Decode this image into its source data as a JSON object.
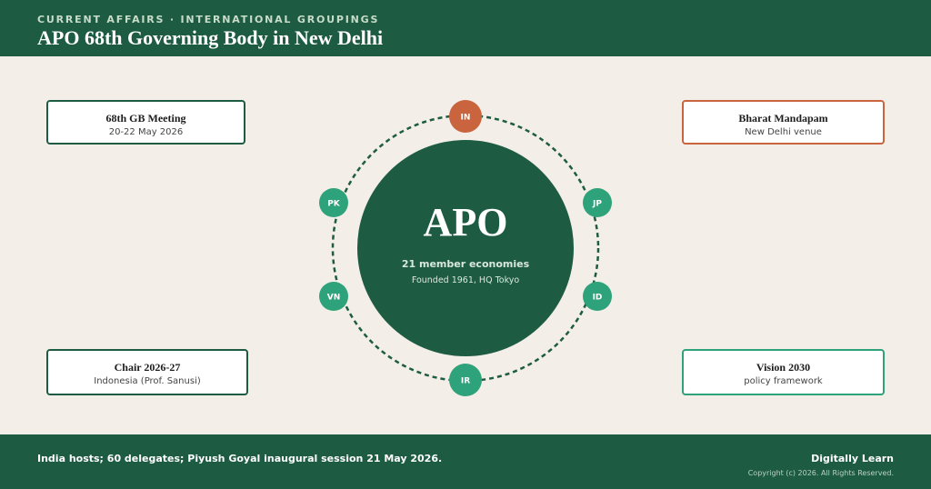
{
  "header": {
    "kicker": "CURRENT AFFAIRS · INTERNATIONAL GROUPINGS",
    "title": "APO 68th Governing Body in New Delhi"
  },
  "cards": {
    "top_left": {
      "title": "68th GB Meeting",
      "subtitle": "20-22 May 2026"
    },
    "top_right": {
      "title": "Bharat Mandapam",
      "subtitle": "New Delhi venue"
    },
    "bottom_left": {
      "title": "Chair 2026-27",
      "subtitle": "Indonesia (Prof. Sanusi)"
    },
    "bottom_right": {
      "title": "Vision 2030",
      "subtitle": "policy framework"
    }
  },
  "center": {
    "name": "APO",
    "line1": "21 member economies",
    "line2": "Founded 1961, HQ Tokyo"
  },
  "nodes": {
    "in": "IN",
    "jp": "JP",
    "id": "ID",
    "ir": "IR",
    "vn": "VN",
    "pk": "PK"
  },
  "colors": {
    "primary": "#1d5c43",
    "highlight": "#c9643e",
    "node": "#2ea27a",
    "background": "#f3eee7"
  },
  "footer": {
    "text": "India hosts; 60 delegates; Piyush Goyal inaugural session 21 May 2026.",
    "brand": "Digitally Learn",
    "copyright": "Copyright (c) 2026. All Rights Reserved."
  }
}
